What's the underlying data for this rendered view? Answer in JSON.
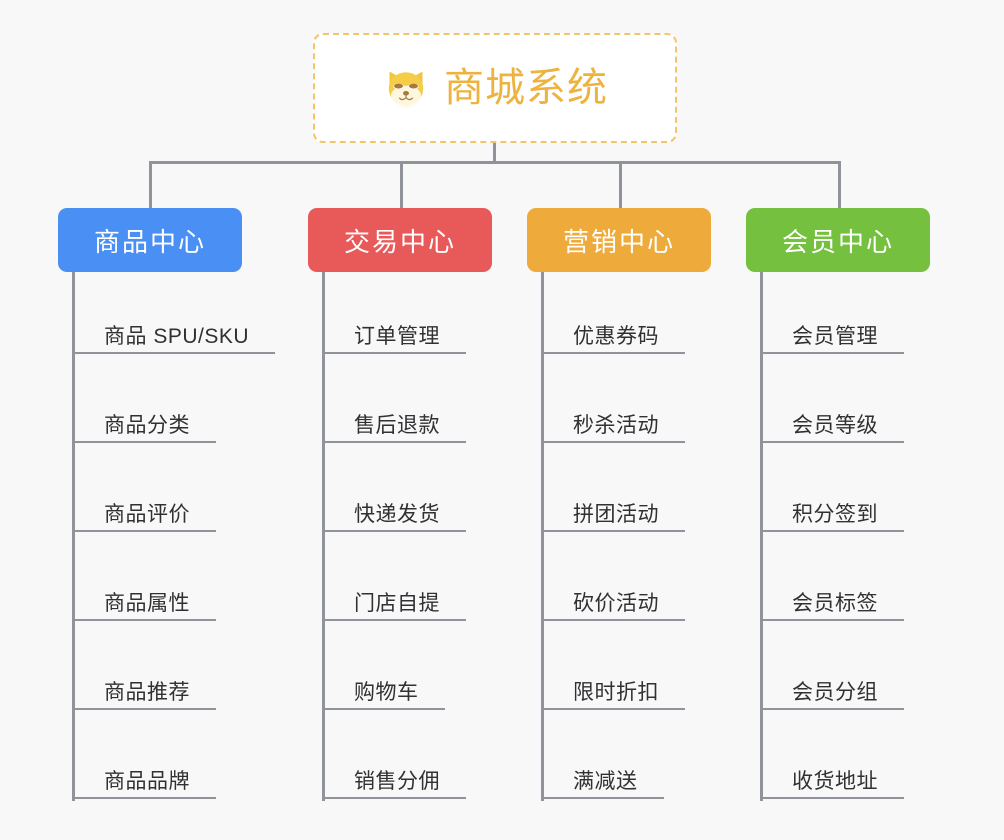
{
  "diagram": {
    "type": "org-chart",
    "background_color": "#f8f8f8",
    "connector_color": "#909399",
    "root": {
      "title": "商城系统",
      "icon": "shiba-dog-icon",
      "text_color": "#edb33e",
      "border_color": "#f3c569",
      "background_color": "#ffffff"
    },
    "branches": [
      {
        "label": "商品中心",
        "color": "#4a90f4",
        "items": [
          "商品 SPU/SKU",
          "商品分类",
          "商品评价",
          "商品属性",
          "商品推荐",
          "商品品牌"
        ]
      },
      {
        "label": "交易中心",
        "color": "#e8595a",
        "items": [
          "订单管理",
          "售后退款",
          "快递发货",
          "门店自提",
          "购物车",
          "销售分佣"
        ]
      },
      {
        "label": "营销中心",
        "color": "#eeab3c",
        "items": [
          "优惠券码",
          "秒杀活动",
          "拼团活动",
          "砍价活动",
          "限时折扣",
          "满减送"
        ]
      },
      {
        "label": "会员中心",
        "color": "#75c03f",
        "items": [
          "会员管理",
          "会员等级",
          "积分签到",
          "会员标签",
          "会员分组",
          "收货地址"
        ]
      }
    ]
  }
}
